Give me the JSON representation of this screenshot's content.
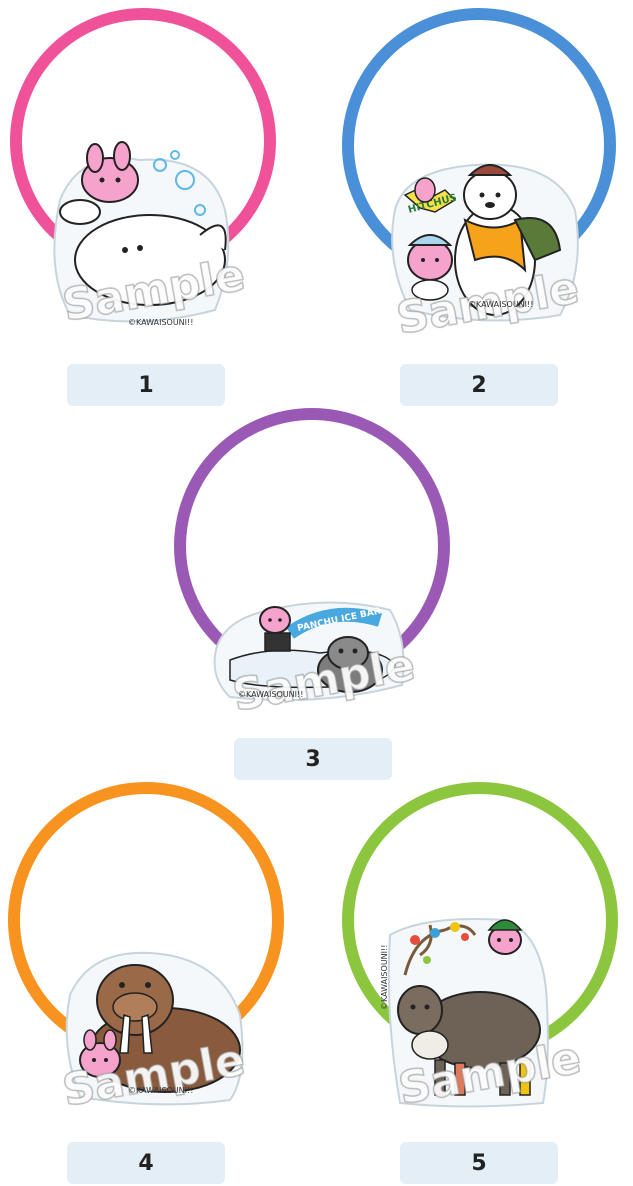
{
  "watermark_text": "Sample",
  "copyright_text": "©KAWAISOUNI!!",
  "items": [
    {
      "number": "1",
      "ring_color": "#f0529a",
      "charm_icon": "beluga-with-pink-rabbit"
    },
    {
      "number": "2",
      "ring_color": "#4a90d9",
      "charm_icon": "polar-bear-with-pink-rabbit",
      "sign_text": "HITCHUS"
    },
    {
      "number": "3",
      "ring_color": "#9b59b6",
      "charm_icon": "seal-on-ice-with-pink-rabbit",
      "sign_text": "PANCHU ICE BAR"
    },
    {
      "number": "4",
      "ring_color": "#f7931e",
      "charm_icon": "walrus-with-pink-rabbit"
    },
    {
      "number": "5",
      "ring_color": "#8cc63f",
      "charm_icon": "reindeer-with-pink-rabbit"
    }
  ]
}
